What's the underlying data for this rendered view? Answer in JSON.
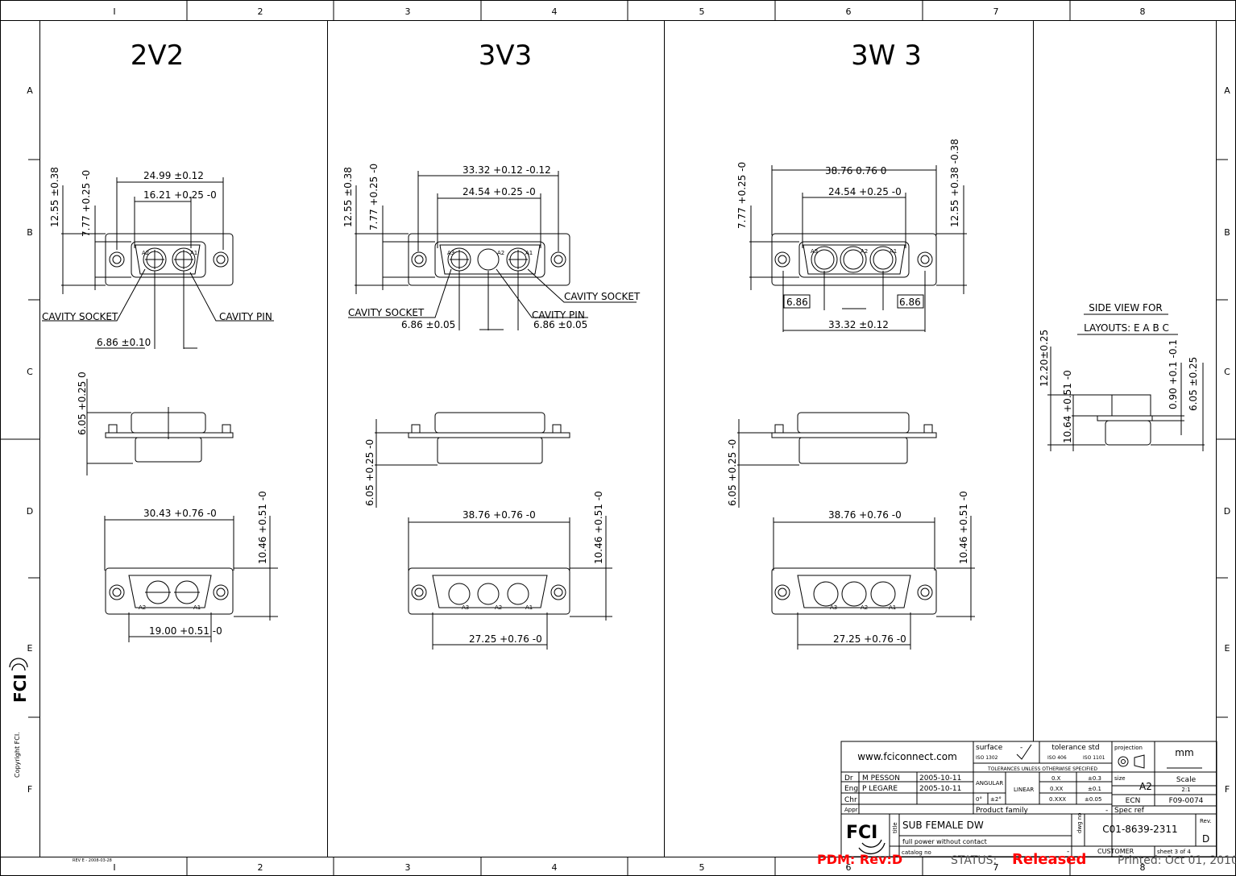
{
  "border": {
    "top_columns": [
      "I",
      "2",
      "3",
      "4",
      "5",
      "6",
      "7",
      "8"
    ],
    "bottom_columns": [
      "I",
      "2",
      "3",
      "4",
      "5",
      "6",
      "7",
      "8"
    ],
    "rows": [
      "A",
      "B",
      "C",
      "D",
      "E",
      "F"
    ],
    "copyright": "Copyright FCI."
  },
  "views": {
    "v2v2": {
      "title": "2V2",
      "dims": [
        "24.99 ±0.12",
        "16.21 +0.25 -0",
        "12.55 ±0.38",
        "7.77 +0.25 -0",
        "6.86 ±0.10",
        "6.05 +0.25 0",
        "30.43 +0.76 -0",
        "10.46 +0.51 -0",
        "19.00 +0.51 -0"
      ],
      "labels": [
        "CAVITY SOCKET",
        "CAVITY PIN"
      ],
      "contacts": [
        "A2",
        "A1"
      ]
    },
    "v3v3": {
      "title": "3V3",
      "dims": [
        "33.32 +0.12 -0.12",
        "24.54 +0.25 -0",
        "12.55 ±0.38",
        "7.77 +0.25 -0",
        "6.86 ±0.05",
        "6.86 ±0.05",
        "6.05 +0.25 -0",
        "38.76 +0.76 -0",
        "10.46 +0.51 -0",
        "27.25 +0.76 -0"
      ],
      "labels": [
        "CAVITY SOCKET",
        "CAVITY SOCKET",
        "CAVITY PIN"
      ],
      "contacts": [
        "A3",
        "A2",
        "A1"
      ]
    },
    "v3w3": {
      "title": "3W 3",
      "dims": [
        "38.76 0.76 0",
        "24.54 +0.25 -0",
        "7.77 +0.25 -0",
        "12.55 +0.38 -0.38",
        "6.86",
        "6.86",
        "33.32 ±0.12",
        "6.05 +0.25 -0",
        "38.76 +0.76 -0",
        "10.46 +0.51 -0",
        "27.25 +0.76 -0"
      ],
      "contacts": [
        "A3",
        "A2",
        "A1"
      ]
    },
    "side": {
      "title_line1": "SIDE VIEW FOR",
      "title_line2": "LAYOUTS: E A B C",
      "dims": [
        "12.20±0.25",
        "10.64 +0.51 -0",
        "0.90 +0.1 -0.1",
        "6.05 ±0.25"
      ]
    }
  },
  "title_block": {
    "website": "www.fciconnect.com",
    "surface": "surface",
    "surface_std": "ISO 1302",
    "tolerance_std": "tolerance std",
    "iso406": "ISO 406",
    "iso1101": "ISO 1101",
    "tol_note": "TOLERANCES UNLESS OTHERWISE SPECIFIED",
    "projection": "projection",
    "units": "mm",
    "dr_label": "Dr",
    "dr_name": "M PESSON",
    "dr_date": "2005-10-11",
    "eng_label": "Eng",
    "eng_name": "P LEGARE",
    "eng_date": "2005-10-11",
    "chr_label": "Chr",
    "appr_label": "Appr",
    "angular": "ANGULAR",
    "linear": "LINEAR",
    "angle_val": "0°",
    "angle_tol": "±2°",
    "x": "0.X",
    "x_tol": "±0.3",
    "xx": "0.XX",
    "xx_tol": "±0.1",
    "xxx": "0.XXX",
    "xxx_tol": "±0.05",
    "size_label": "size",
    "size_val": "A2",
    "scale_label": "Scale",
    "scale_val": "2:1",
    "ecn_label": "ECN",
    "ecn_val": "F09-0074",
    "product_family": "Product family",
    "spec_ref": "Spec ref",
    "title_label": "title",
    "title_val": "SUB  FEMALE DW",
    "subtitle": "full power without contact",
    "dwg_label": "dwg no",
    "dwg_val": "C01-8639-2311",
    "rev_label": "Rev.",
    "rev_val": "D",
    "catalog_label": "catalog no",
    "customer": "CUSTOMER",
    "sheet": "sheet 3 of 4",
    "logo": "FCI",
    "dash": "-"
  },
  "footer": {
    "pdm": "PDM: Rev:D",
    "status_label": "STATUS:",
    "status_val": "Released",
    "printed": "Printed: Oct  01, 2010",
    "rev_note": "REV E - 2008-03-28"
  },
  "colors": {
    "pdm_red": "#ff0000"
  }
}
